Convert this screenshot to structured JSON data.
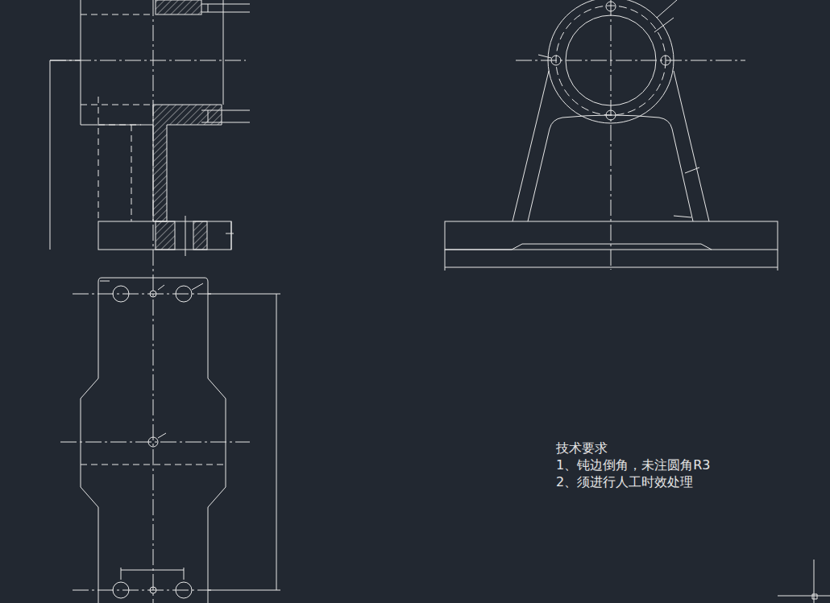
{
  "diagram": {
    "labels": [
      "技术要求",
      "1、钝边倒角，未注圆角R3",
      "2、须进行人工时效处理"
    ]
  }
}
